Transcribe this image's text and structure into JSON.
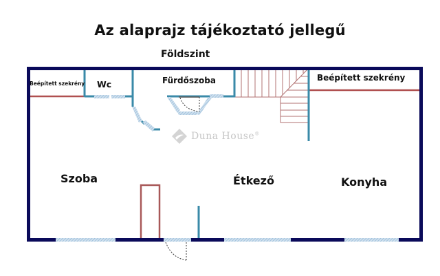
{
  "header": {
    "title": "Az alaprajz tájékoztató jellegű",
    "subtitle": "Földszint"
  },
  "rooms": {
    "closet_left": "Beépített szekrény",
    "wc": "Wc",
    "bathroom": "Fürdőszoba",
    "closet_right": "Beépített szekrény",
    "room": "Szoba",
    "dining": "Étkező",
    "kitchen": "Konyha"
  },
  "watermark": {
    "text": "Duna House",
    "mark": "®",
    "icon": "diamond-logo-icon"
  },
  "colors": {
    "outer_wall": "#0a0a5a",
    "inner_wall": "#3a8aa8",
    "window": "#a8c8e0",
    "closet_line": "#b05050",
    "stairs": "#b07070",
    "door_arc": "#333333",
    "watermark": "#c6c6c6"
  }
}
